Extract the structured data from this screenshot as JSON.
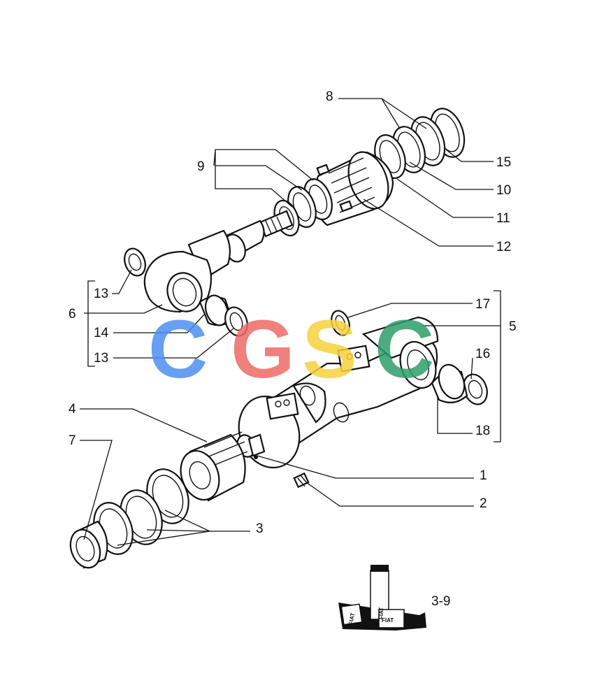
{
  "callouts": [
    {
      "id": "c1",
      "text": "1"
    },
    {
      "id": "c2",
      "text": "2"
    },
    {
      "id": "c3",
      "text": "3"
    },
    {
      "id": "c4",
      "text": "4"
    },
    {
      "id": "c5",
      "text": "5"
    },
    {
      "id": "c6",
      "text": "6"
    },
    {
      "id": "c7",
      "text": "7"
    },
    {
      "id": "c8",
      "text": "8"
    },
    {
      "id": "c9",
      "text": "9"
    },
    {
      "id": "c10",
      "text": "10"
    },
    {
      "id": "c11",
      "text": "11"
    },
    {
      "id": "c12",
      "text": "12"
    },
    {
      "id": "c13a",
      "text": "13"
    },
    {
      "id": "c13b",
      "text": "13"
    },
    {
      "id": "c14",
      "text": "14"
    },
    {
      "id": "c15",
      "text": "15"
    },
    {
      "id": "c16",
      "text": "16"
    },
    {
      "id": "c17",
      "text": "17"
    },
    {
      "id": "c18",
      "text": "18"
    }
  ],
  "reference_code": "3-9",
  "watermark": {
    "letters": [
      "C",
      "G",
      "S",
      "C"
    ],
    "colors": [
      "#4d8ff0",
      "#ee6b66",
      "#f7d23c",
      "#2e9d6a"
    ]
  },
  "logo": {
    "text": "FIAT"
  }
}
